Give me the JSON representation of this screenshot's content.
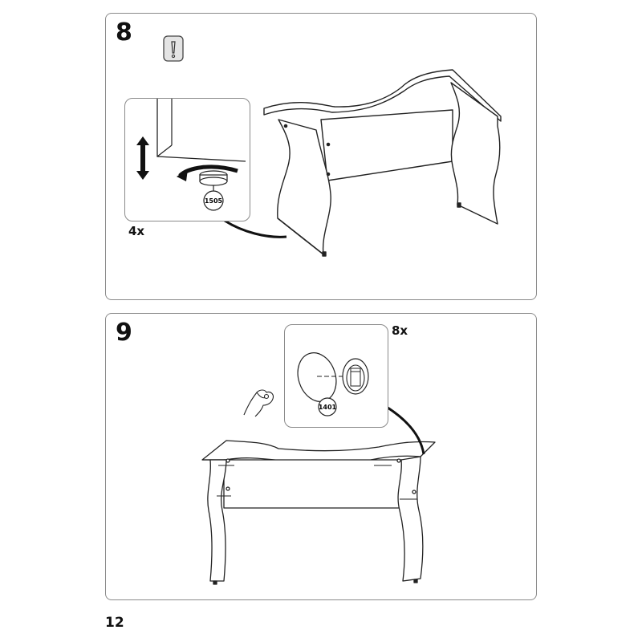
{
  "page": {
    "number": "12"
  },
  "steps": [
    {
      "number": "8",
      "quantity": "4x",
      "part_label": "1505",
      "warning_icon": "exclamation-icon"
    },
    {
      "number": "9",
      "quantity": "8x",
      "part_label": "1401"
    }
  ]
}
